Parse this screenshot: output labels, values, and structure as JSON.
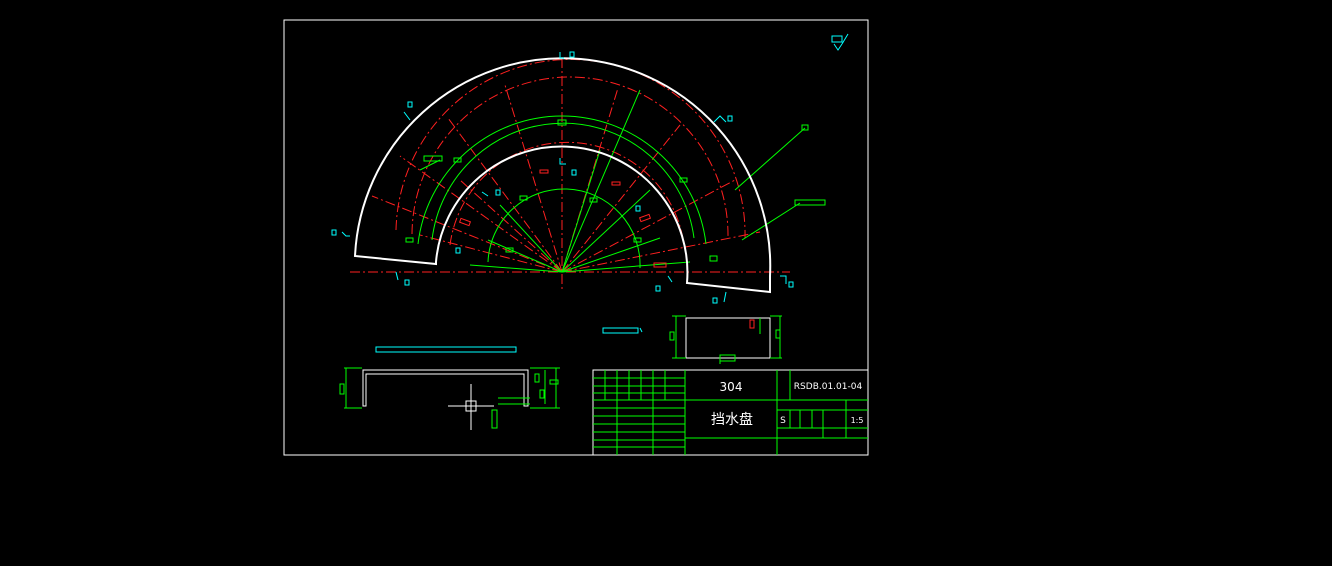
{
  "drawing": {
    "material": "304",
    "part_name": "挡水盘",
    "drawing_number": "RSDB.01.01-04",
    "scale_label": "1:5",
    "stage_mark": "S",
    "colors": {
      "background": "#000000",
      "outline": "#ffffff",
      "centerline": "#ff2020",
      "dimension": "#00ff00",
      "annotation": "#00ffff"
    }
  }
}
